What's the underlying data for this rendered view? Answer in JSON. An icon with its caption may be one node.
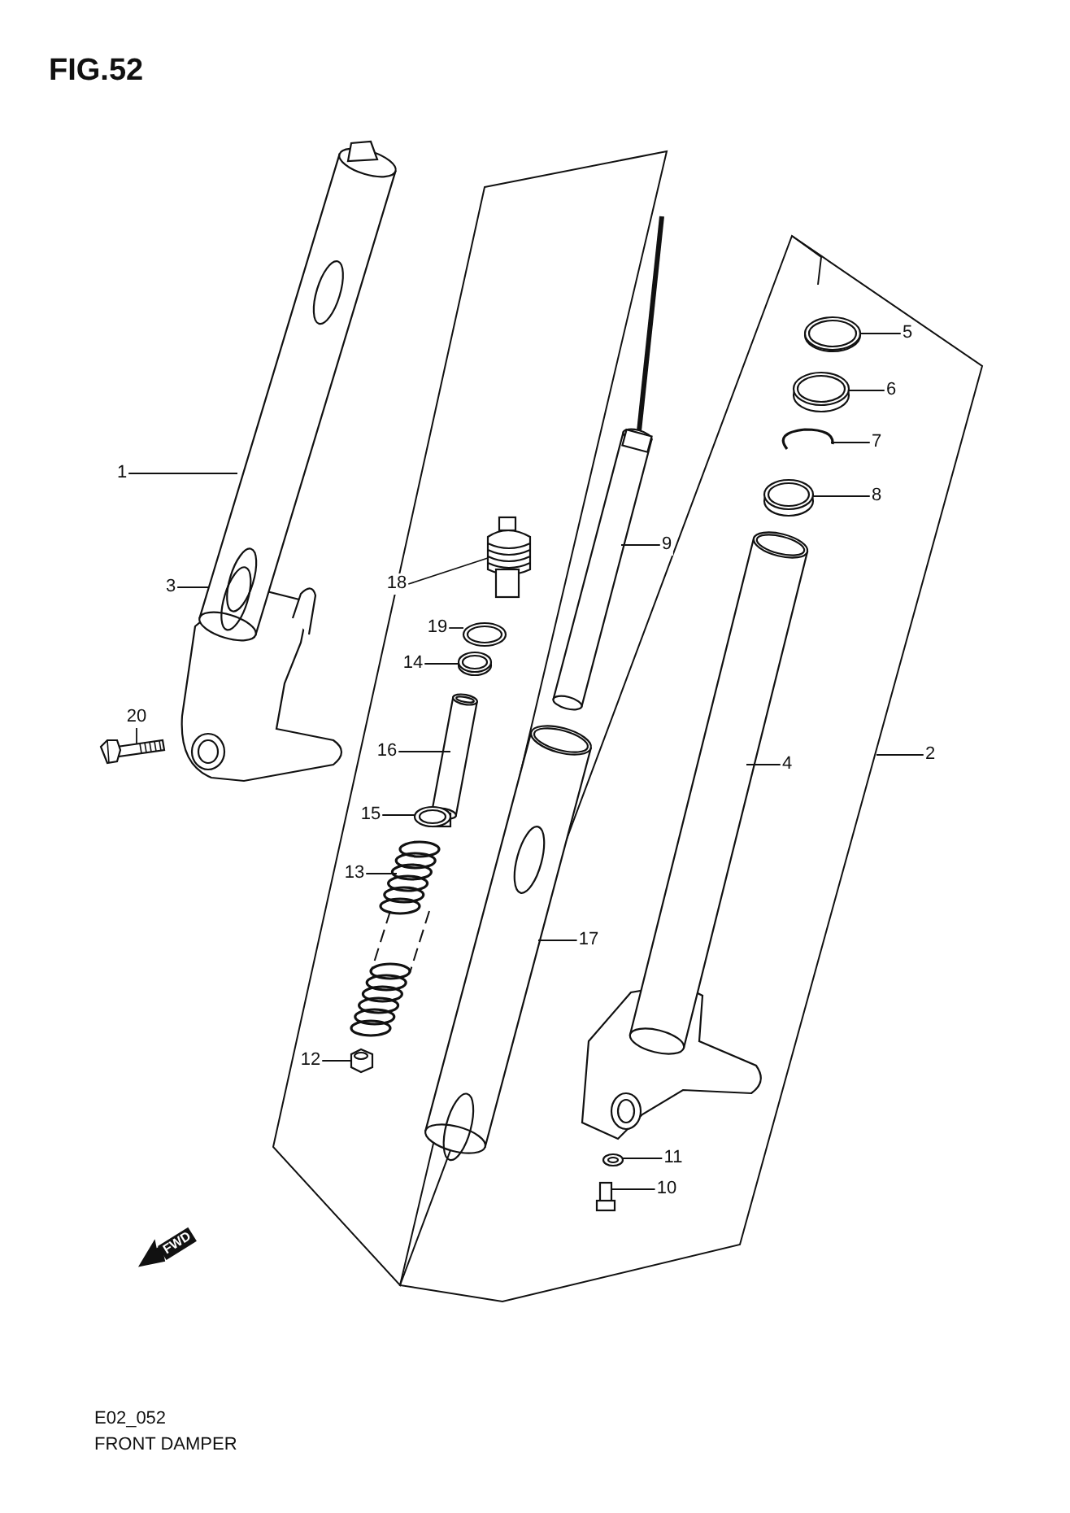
{
  "diagram": {
    "title": "FIG.52",
    "nodes": [
      {
        "text": [
          "1"
        ]
      },
      {
        "text": [],
        "shape": "picture"
      },
      {
        "text": [
          "3"
        ]
      },
      {
        "text": [
          "20"
        ]
      },
      {
        "text": [],
        "shape": "picture"
      },
      {
        "text": [
          "18"
        ]
      },
      {
        "text": [],
        "shape": "picture"
      },
      {
        "text": [
          "19"
        ]
      },
      {
        "text": [],
        "shape": "picture"
      },
      {
        "text": [
          "14"
        ]
      },
      {
        "text": [],
        "shape": "picture"
      },
      {
        "text": [
          "16"
        ]
      },
      {
        "text": [],
        "shape": "picture"
      },
      {
        "text": [
          "15"
        ]
      },
      {
        "text": [],
        "shape": "picture"
      },
      {
        "text": [
          "13"
        ]
      },
      {
        "text": [],
        "shape": "picture"
      },
      {
        "text": [
          "12"
        ]
      },
      {
        "text": [],
        "shape": "picture"
      },
      {
        "text": [
          "9"
        ]
      },
      {
        "text": [],
        "shape": "picture"
      },
      {
        "text": [
          "17"
        ]
      },
      {
        "text": [],
        "shape": "picture"
      },
      {
        "text": [
          "5"
        ]
      },
      {
        "text": [],
        "shape": "picture"
      },
      {
        "text": [
          "6"
        ]
      },
      {
        "text": [],
        "shape": "picture"
      },
      {
        "text": [
          "7"
        ]
      },
      {
        "text": [],
        "shape": "picture"
      },
      {
        "text": [
          "8"
        ]
      },
      {
        "text": [],
        "shape": "picture"
      },
      {
        "text": [
          "4"
        ]
      },
      {
        "text": [],
        "shape": "picture"
      },
      {
        "text": [
          "2"
        ]
      },
      {
        "text": [
          "11"
        ]
      },
      {
        "text": [],
        "shape": "picture"
      },
      {
        "text": [
          "10"
        ]
      },
      {
        "text": [],
        "shape": "picture"
      }
    ],
    "edges": [
      {
        "from": 0,
        "to": 1,
        "arrow": "none"
      },
      {
        "from": 2,
        "to": 1,
        "arrow": "none"
      },
      {
        "from": 3,
        "to": 4,
        "arrow": "none"
      },
      {
        "from": 5,
        "to": 6,
        "arrow": "none"
      },
      {
        "from": 7,
        "to": 8,
        "arrow": "none"
      },
      {
        "from": 9,
        "to": 10,
        "arrow": "none"
      },
      {
        "from": 11,
        "to": 12,
        "arrow": "none"
      },
      {
        "from": 13,
        "to": 14,
        "arrow": "none"
      },
      {
        "from": 15,
        "to": 16,
        "arrow": "none"
      },
      {
        "from": 17,
        "to": 18,
        "arrow": "none"
      },
      {
        "from": 19,
        "to": 20,
        "arrow": "none"
      },
      {
        "from": 21,
        "to": 22,
        "arrow": "none"
      },
      {
        "from": 23,
        "to": 24,
        "arrow": "none"
      },
      {
        "from": 25,
        "to": 26,
        "arrow": "none"
      },
      {
        "from": 27,
        "to": 28,
        "arrow": "none"
      },
      {
        "from": 29,
        "to": 30,
        "arrow": "none"
      },
      {
        "from": 31,
        "to": 32,
        "arrow": "none"
      },
      {
        "from": 33,
        "to": null,
        "arrow": "none"
      },
      {
        "from": 34,
        "to": 35,
        "arrow": "none"
      },
      {
        "from": 36,
        "to": 37,
        "arrow": "none"
      }
    ],
    "labels": [
      "FWD",
      "E02_052",
      "FRONT DAMPER"
    ]
  }
}
